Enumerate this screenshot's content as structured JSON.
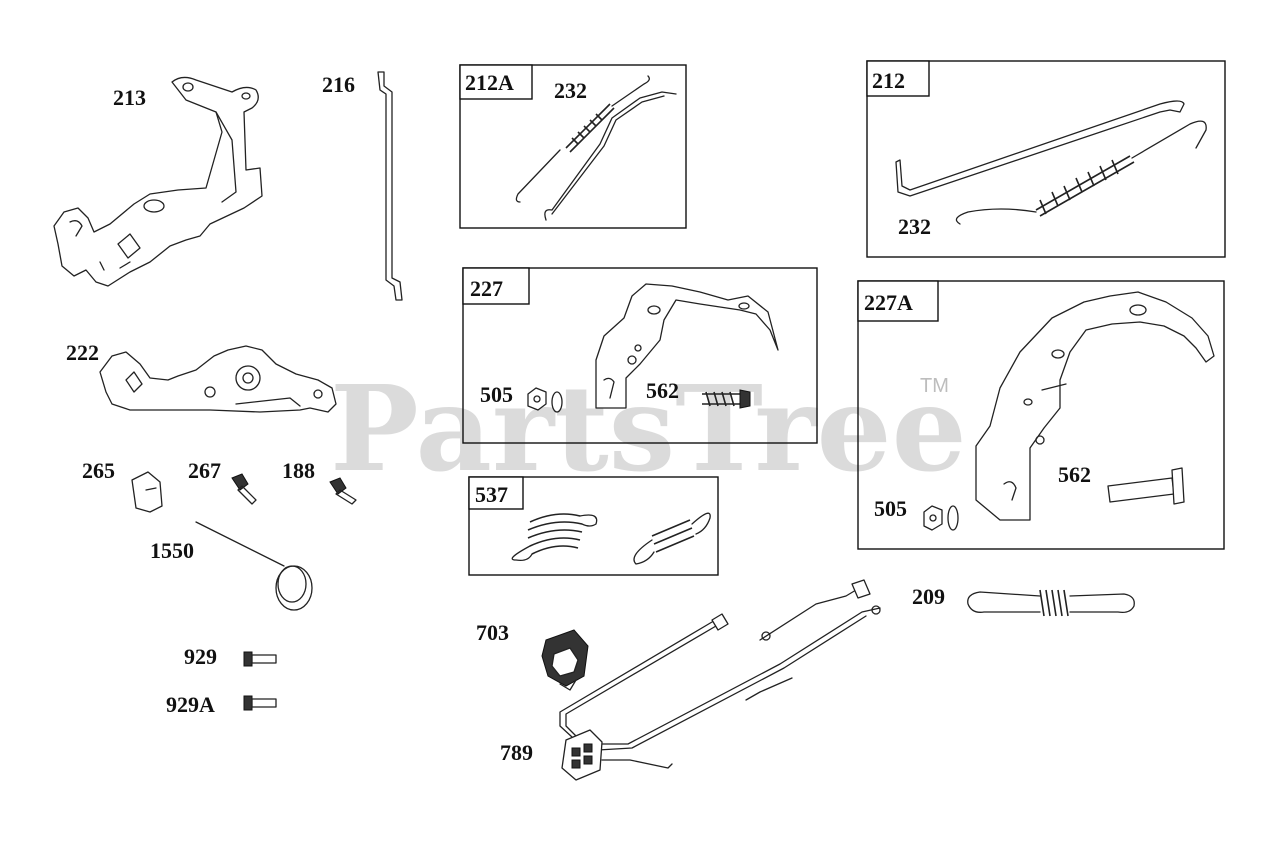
{
  "watermark": {
    "text": "PartsTree",
    "tm": "TM"
  },
  "groups": {
    "g212A": {
      "tag": "212A",
      "part": "232"
    },
    "g212": {
      "tag": "212",
      "part": "232"
    },
    "g227": {
      "tag": "227",
      "p1": "505",
      "p2": "562"
    },
    "g227A": {
      "tag": "227A",
      "p1": "505",
      "p2": "562"
    },
    "g537": {
      "tag": "537"
    }
  },
  "labels": {
    "p213": "213",
    "p216": "216",
    "p222": "222",
    "p265": "265",
    "p267": "267",
    "p188": "188",
    "p1550": "1550",
    "p929": "929",
    "p929A": "929A",
    "p703": "703",
    "p789": "789",
    "p209": "209"
  }
}
